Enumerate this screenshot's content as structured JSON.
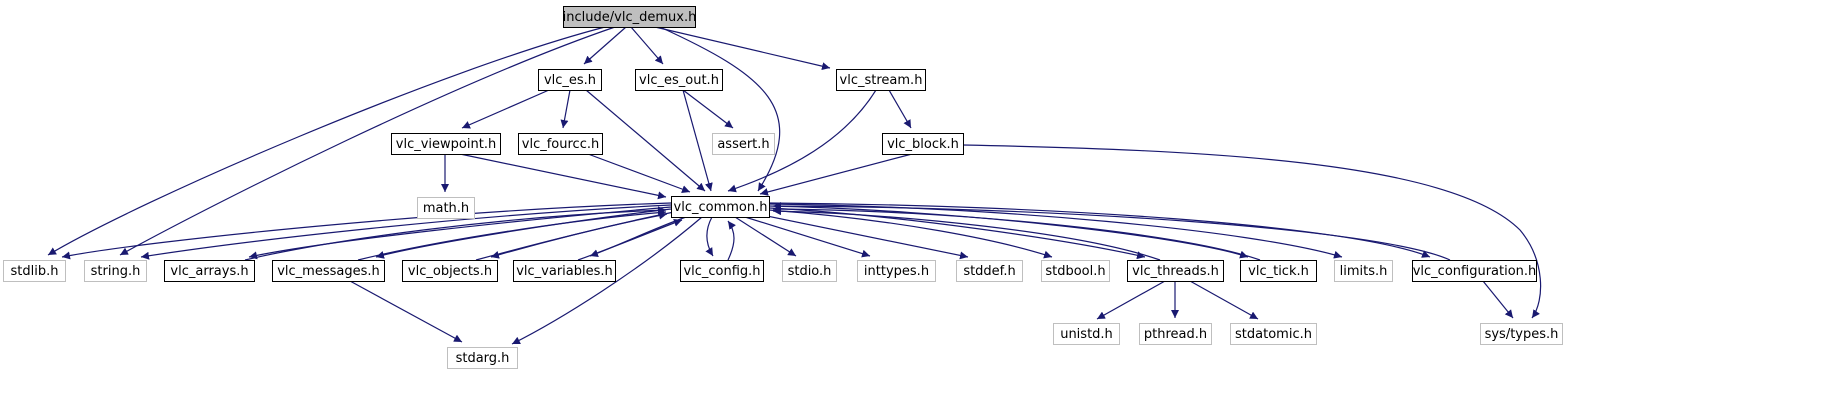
{
  "graph": {
    "root_node": "include/vlc_demux.h",
    "colors": {
      "edge": "#191970",
      "root_fill": "#bfbfbf",
      "root_stroke": "#000000",
      "project_stroke": "#000000",
      "system_stroke": "#bfbfbf",
      "system_text": "#000000",
      "text": "#000000",
      "node_fill": "#ffffff"
    },
    "nodes": [
      {
        "id": "vlc_demux",
        "label": "include/vlc_demux.h",
        "kind": "root"
      },
      {
        "id": "vlc_es",
        "label": "vlc_es.h",
        "kind": "project"
      },
      {
        "id": "vlc_es_out",
        "label": "vlc_es_out.h",
        "kind": "project"
      },
      {
        "id": "vlc_stream",
        "label": "vlc_stream.h",
        "kind": "project"
      },
      {
        "id": "vlc_viewpoint",
        "label": "vlc_viewpoint.h",
        "kind": "project"
      },
      {
        "id": "vlc_fourcc",
        "label": "vlc_fourcc.h",
        "kind": "project"
      },
      {
        "id": "assert",
        "label": "assert.h",
        "kind": "system"
      },
      {
        "id": "vlc_block",
        "label": "vlc_block.h",
        "kind": "project"
      },
      {
        "id": "math",
        "label": "math.h",
        "kind": "system"
      },
      {
        "id": "vlc_common",
        "label": "vlc_common.h",
        "kind": "project"
      },
      {
        "id": "stdlib",
        "label": "stdlib.h",
        "kind": "system"
      },
      {
        "id": "string",
        "label": "string.h",
        "kind": "system"
      },
      {
        "id": "vlc_arrays",
        "label": "vlc_arrays.h",
        "kind": "project"
      },
      {
        "id": "vlc_messages",
        "label": "vlc_messages.h",
        "kind": "project"
      },
      {
        "id": "vlc_objects",
        "label": "vlc_objects.h",
        "kind": "project"
      },
      {
        "id": "vlc_variables",
        "label": "vlc_variables.h",
        "kind": "project"
      },
      {
        "id": "vlc_config",
        "label": "vlc_config.h",
        "kind": "project"
      },
      {
        "id": "stdio",
        "label": "stdio.h",
        "kind": "system"
      },
      {
        "id": "inttypes",
        "label": "inttypes.h",
        "kind": "system"
      },
      {
        "id": "stddef",
        "label": "stddef.h",
        "kind": "system"
      },
      {
        "id": "stdbool",
        "label": "stdbool.h",
        "kind": "system"
      },
      {
        "id": "vlc_threads",
        "label": "vlc_threads.h",
        "kind": "project"
      },
      {
        "id": "vlc_tick",
        "label": "vlc_tick.h",
        "kind": "project"
      },
      {
        "id": "limits",
        "label": "limits.h",
        "kind": "system"
      },
      {
        "id": "vlc_configuration",
        "label": "vlc_configuration.h",
        "kind": "project"
      },
      {
        "id": "stdarg",
        "label": "stdarg.h",
        "kind": "system"
      },
      {
        "id": "unistd",
        "label": "unistd.h",
        "kind": "system"
      },
      {
        "id": "pthread",
        "label": "pthread.h",
        "kind": "system"
      },
      {
        "id": "stdatomic",
        "label": "stdatomic.h",
        "kind": "system"
      },
      {
        "id": "sys_types",
        "label": "sys/types.h",
        "kind": "system"
      }
    ],
    "edges": [
      {
        "from": "vlc_demux",
        "to": "vlc_es"
      },
      {
        "from": "vlc_demux",
        "to": "vlc_es_out"
      },
      {
        "from": "vlc_demux",
        "to": "vlc_stream"
      },
      {
        "from": "vlc_demux",
        "to": "vlc_common"
      },
      {
        "from": "vlc_demux",
        "to": "stdlib"
      },
      {
        "from": "vlc_demux",
        "to": "string"
      },
      {
        "from": "vlc_es",
        "to": "vlc_viewpoint"
      },
      {
        "from": "vlc_es",
        "to": "vlc_fourcc"
      },
      {
        "from": "vlc_es",
        "to": "vlc_common"
      },
      {
        "from": "vlc_es_out",
        "to": "assert"
      },
      {
        "from": "vlc_es_out",
        "to": "vlc_common"
      },
      {
        "from": "vlc_stream",
        "to": "vlc_block"
      },
      {
        "from": "vlc_stream",
        "to": "vlc_common"
      },
      {
        "from": "vlc_viewpoint",
        "to": "math"
      },
      {
        "from": "vlc_viewpoint",
        "to": "vlc_common"
      },
      {
        "from": "vlc_fourcc",
        "to": "vlc_common"
      },
      {
        "from": "vlc_block",
        "to": "vlc_common"
      },
      {
        "from": "vlc_block",
        "to": "sys_types"
      },
      {
        "from": "vlc_common",
        "to": "stdlib"
      },
      {
        "from": "vlc_common",
        "to": "string"
      },
      {
        "from": "vlc_common",
        "to": "vlc_arrays"
      },
      {
        "from": "vlc_arrays",
        "to": "vlc_common"
      },
      {
        "from": "vlc_common",
        "to": "vlc_messages"
      },
      {
        "from": "vlc_messages",
        "to": "vlc_common"
      },
      {
        "from": "vlc_common",
        "to": "vlc_objects"
      },
      {
        "from": "vlc_objects",
        "to": "vlc_common"
      },
      {
        "from": "vlc_common",
        "to": "vlc_variables"
      },
      {
        "from": "vlc_variables",
        "to": "vlc_common"
      },
      {
        "from": "vlc_common",
        "to": "vlc_config"
      },
      {
        "from": "vlc_config",
        "to": "vlc_common"
      },
      {
        "from": "vlc_common",
        "to": "stdio"
      },
      {
        "from": "vlc_common",
        "to": "inttypes"
      },
      {
        "from": "vlc_common",
        "to": "stddef"
      },
      {
        "from": "vlc_common",
        "to": "stdbool"
      },
      {
        "from": "vlc_common",
        "to": "vlc_threads"
      },
      {
        "from": "vlc_threads",
        "to": "vlc_common"
      },
      {
        "from": "vlc_common",
        "to": "vlc_tick"
      },
      {
        "from": "vlc_tick",
        "to": "vlc_common"
      },
      {
        "from": "vlc_common",
        "to": "limits"
      },
      {
        "from": "vlc_common",
        "to": "vlc_configuration"
      },
      {
        "from": "vlc_configuration",
        "to": "vlc_common"
      },
      {
        "from": "vlc_common",
        "to": "stdarg"
      },
      {
        "from": "vlc_messages",
        "to": "stdarg"
      },
      {
        "from": "vlc_threads",
        "to": "unistd"
      },
      {
        "from": "vlc_threads",
        "to": "pthread"
      },
      {
        "from": "vlc_threads",
        "to": "stdatomic"
      },
      {
        "from": "vlc_configuration",
        "to": "sys_types"
      }
    ]
  }
}
